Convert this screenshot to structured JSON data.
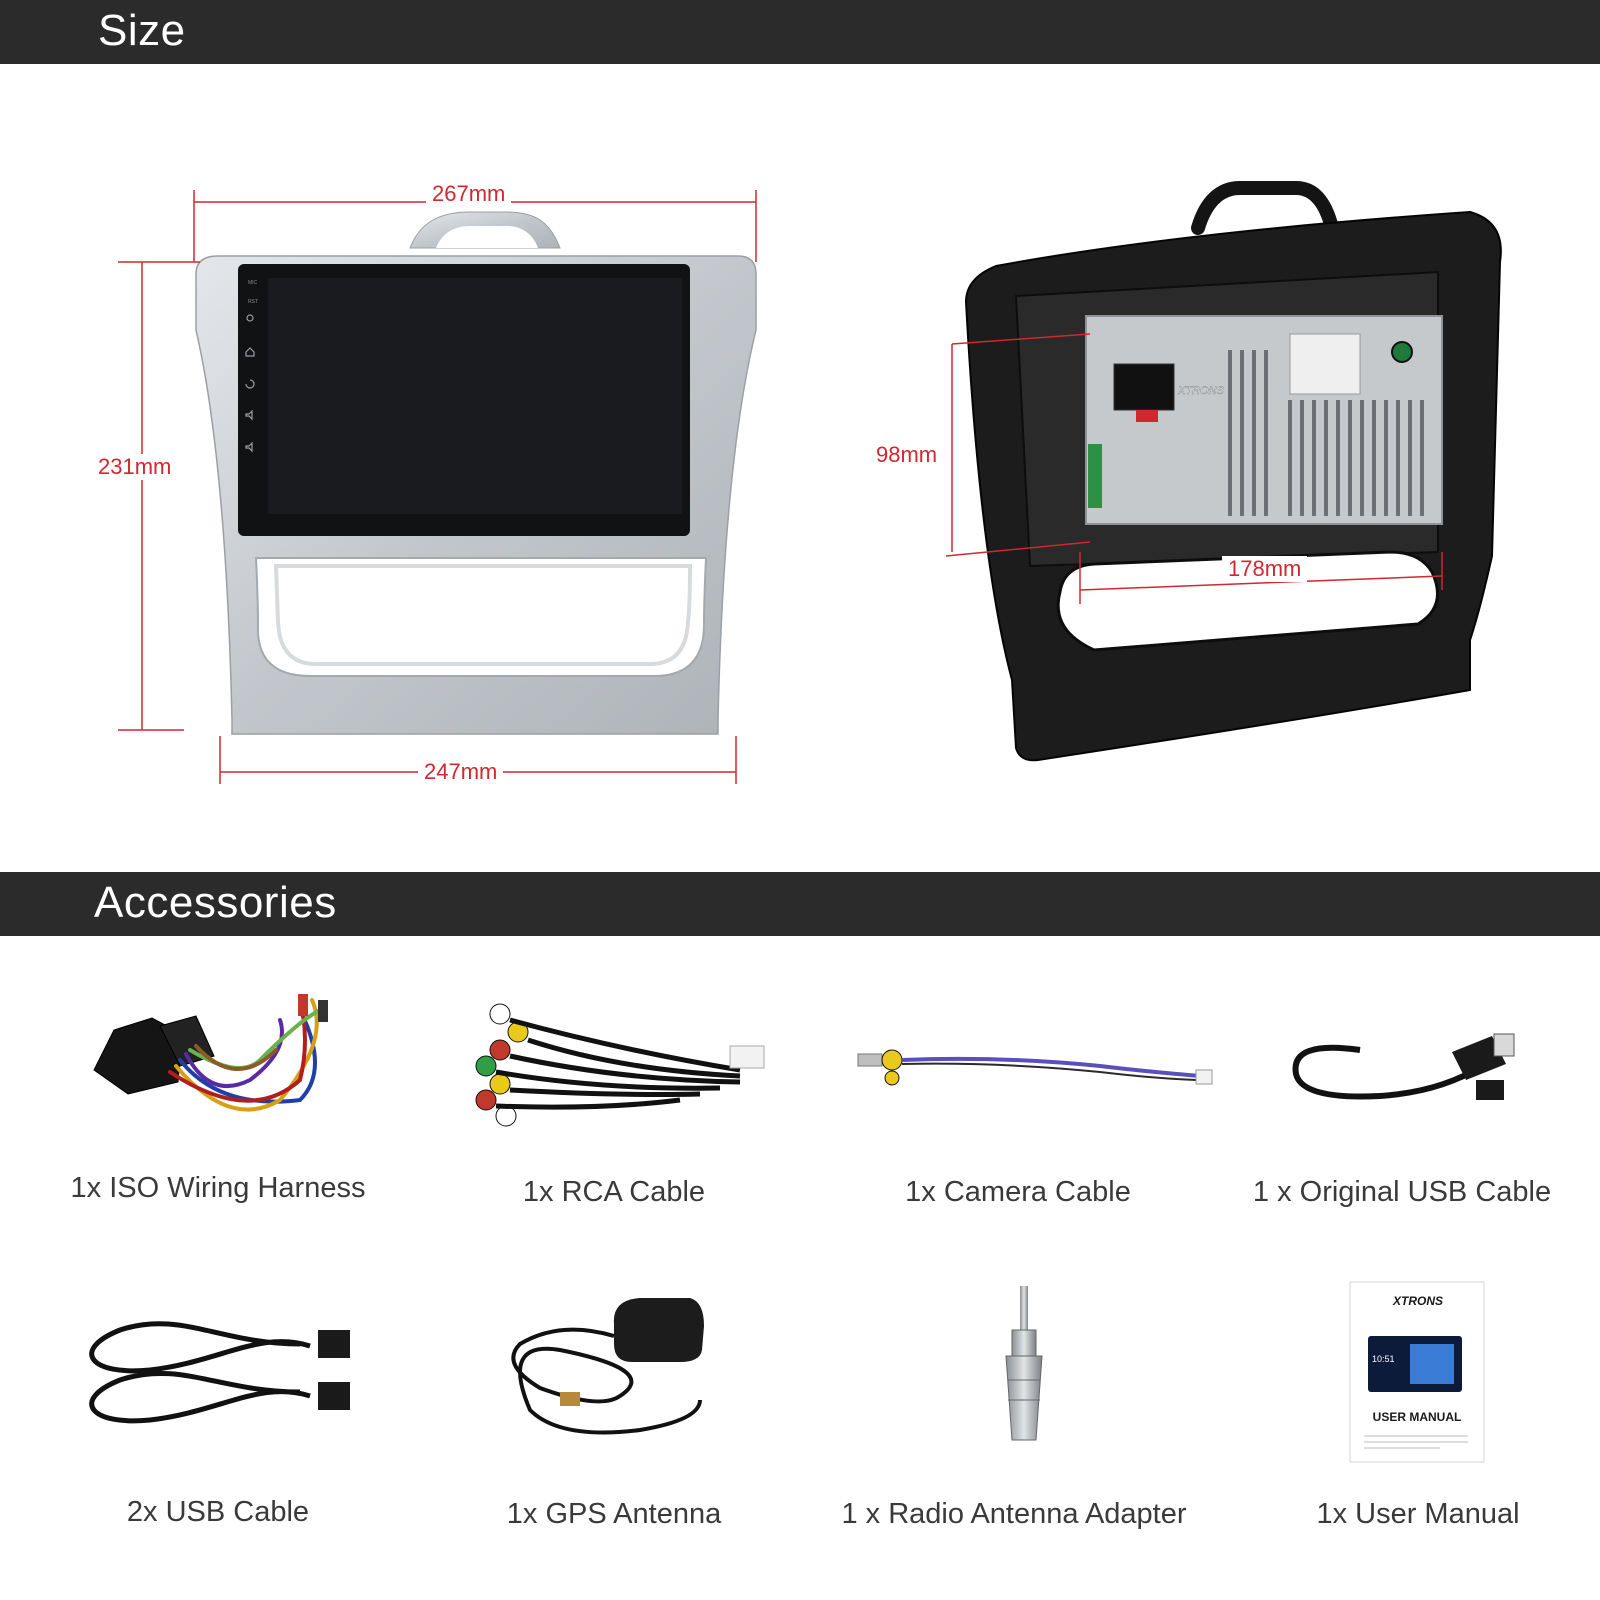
{
  "sections": {
    "size_title": "Size",
    "accessories_title": "Accessories"
  },
  "dimensions": {
    "width_top": "267mm",
    "height": "231mm",
    "width_bottom": "247mm",
    "depth": "98mm",
    "back_width": "178mm"
  },
  "device": {
    "buttons": [
      "MIC",
      "RST"
    ],
    "brand": "XTRONS"
  },
  "accessories": [
    {
      "label": "1x ISO Wiring Harness"
    },
    {
      "label": "1x RCA Cable"
    },
    {
      "label": "1x Camera Cable"
    },
    {
      "label": "1 x Original USB Cable"
    },
    {
      "label": "2x USB Cable"
    },
    {
      "label": "1x GPS Antenna"
    },
    {
      "label": "1 x Radio Antenna Adapter"
    },
    {
      "label": "1x User Manual"
    }
  ],
  "manual": {
    "brand": "XTRONS",
    "title": "USER MANUAL",
    "clock": "10:51"
  },
  "colors": {
    "banner": "#2b2b2b",
    "dimension_line": "#d0282e",
    "silver_frame": "#c8ccd0",
    "black_frame": "#1c1c1c"
  }
}
